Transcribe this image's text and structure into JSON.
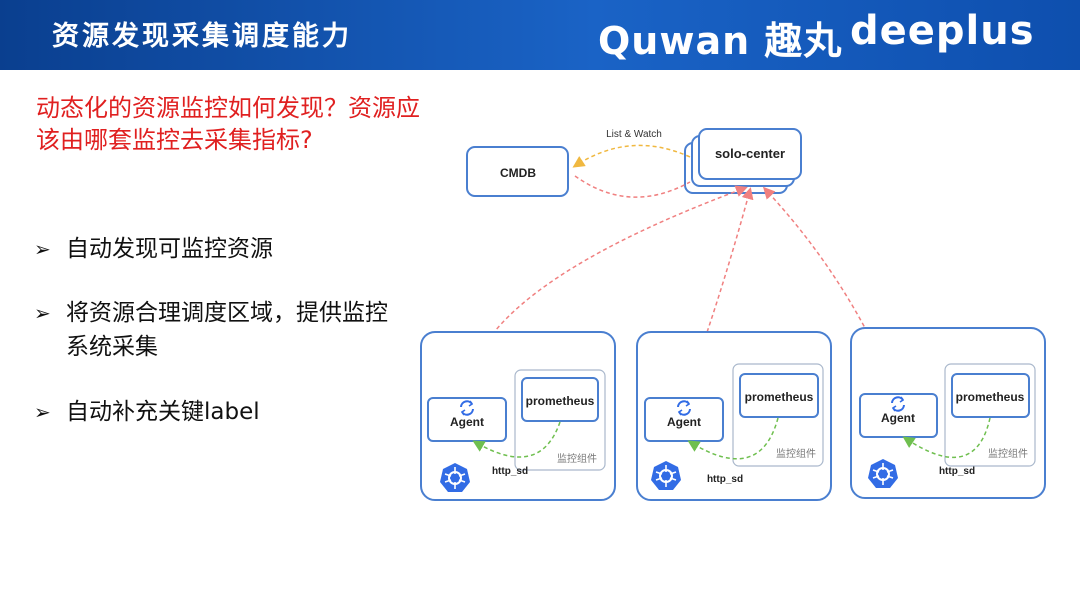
{
  "header": {
    "title": "资源发现采集调度能力",
    "logo_quwan": "Quwan 趣丸",
    "logo_deeplus": "deeplus"
  },
  "question": "动态化的资源监控如何发现？资源应该由哪套监控去采集指标?",
  "bullets": [
    "自动发现可监控资源",
    "将资源合理调度区域，提供监控系统采集",
    "自动补充关键label"
  ],
  "bullet_marker": "➢",
  "diagram": {
    "cmdb": "CMDB",
    "solo_center": "solo-center",
    "list_watch": "List & Watch",
    "clusters": [
      {
        "agent": "Agent",
        "prometheus": "prometheus",
        "component": "监控组件",
        "http_sd": "http_sd"
      },
      {
        "agent": "Agent",
        "prometheus": "prometheus",
        "component": "监控组件",
        "http_sd": "http_sd"
      },
      {
        "agent": "Agent",
        "prometheus": "prometheus",
        "component": "监控组件",
        "http_sd": "http_sd"
      }
    ],
    "colors": {
      "box_stroke": "#4a7fd0",
      "red_dash": "#f08080",
      "orange_dash": "#f0b840",
      "green_dash": "#6fbf4f",
      "k8s": "#326ce5"
    },
    "icons": [
      "refresh-icon",
      "kubernetes-icon"
    ]
  }
}
